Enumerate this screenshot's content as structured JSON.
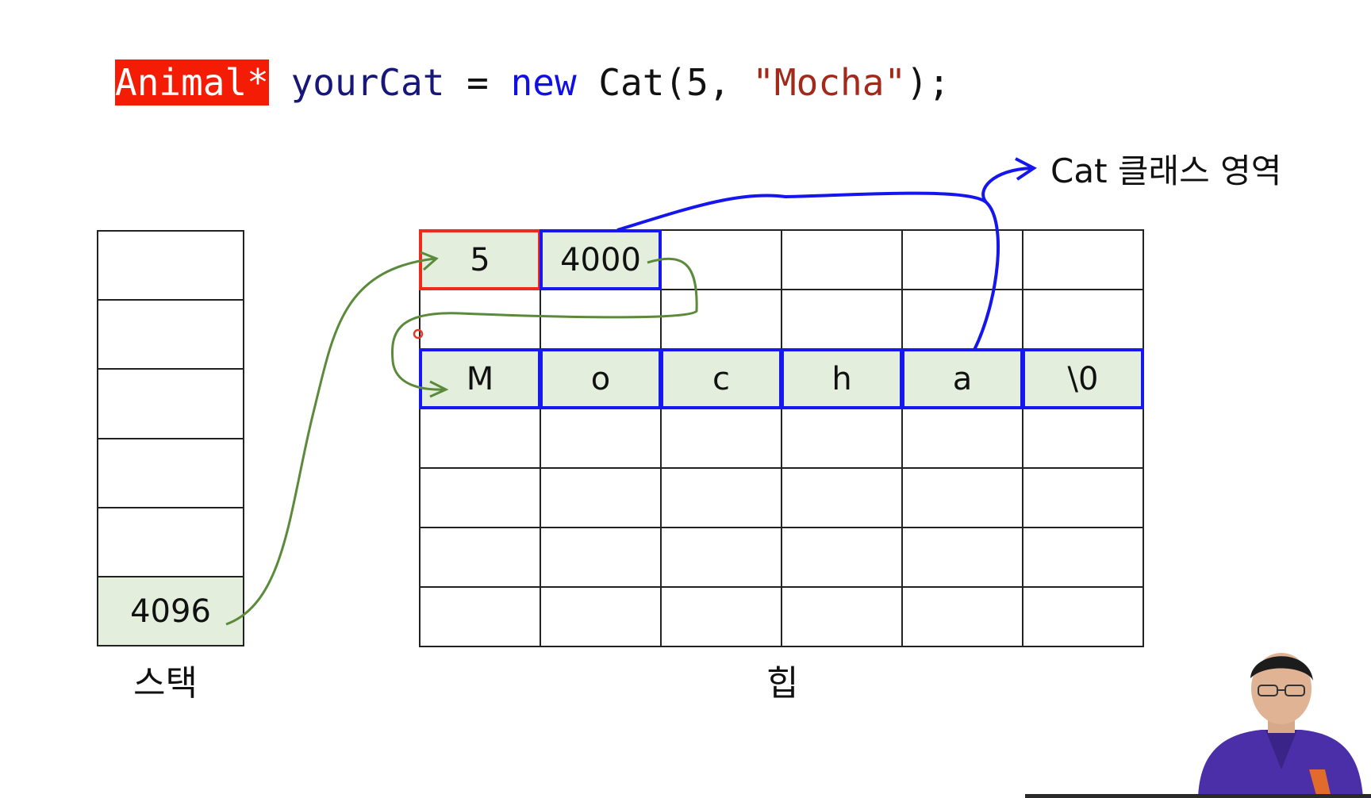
{
  "code": {
    "type": "Animal*",
    "identifier": "yourCat",
    "equals": "=",
    "keyword": "new",
    "call_open": "Cat(5,",
    "string": "\"Mocha\"",
    "call_close": ");"
  },
  "stack": {
    "caption": "스택",
    "cells": [
      "",
      "",
      "",
      "",
      "",
      "4096"
    ]
  },
  "heap": {
    "caption": "힙",
    "rows": [
      [
        "5",
        "4000",
        "",
        "",
        "",
        ""
      ],
      [
        "",
        "",
        "",
        "",
        "",
        ""
      ],
      [
        "M",
        "o",
        "c",
        "h",
        "a",
        "\\0"
      ],
      [
        "",
        "",
        "",
        "",
        "",
        ""
      ],
      [
        "",
        "",
        "",
        "",
        "",
        ""
      ],
      [
        "",
        "",
        "",
        "",
        "",
        ""
      ],
      [
        "",
        "",
        "",
        "",
        "",
        ""
      ]
    ]
  },
  "annotation": {
    "cat_region": "Cat 클래스 영역"
  },
  "colors": {
    "highlight_red": "#f41c05",
    "border_red": "#ee2a1d",
    "border_blue": "#1717f0",
    "arrow_green": "#5a8a3a",
    "arrow_blue": "#1515ee",
    "cell_fill": "#e3efdc"
  }
}
